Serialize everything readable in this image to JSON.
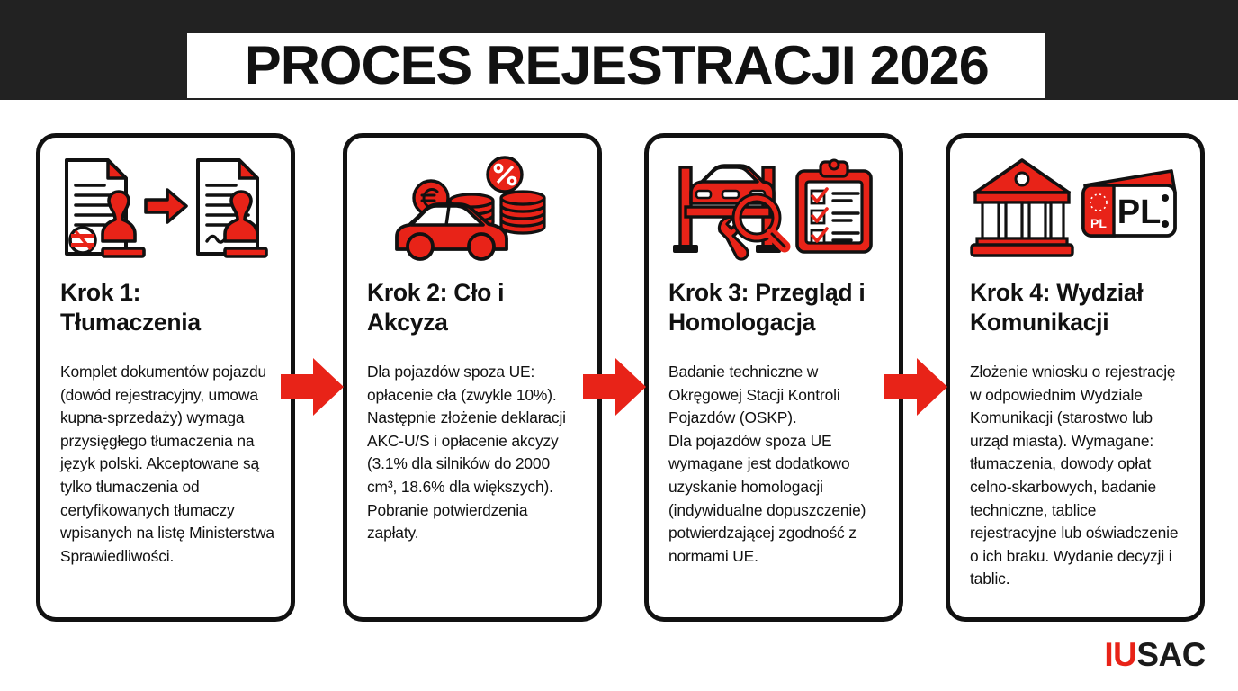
{
  "header": {
    "title": "PROCES REJESTRACJI 2026",
    "band_color": "#222222",
    "plate_color": "#ffffff"
  },
  "theme": {
    "accent_red": "#E82318",
    "ink": "#111111",
    "page_background": "#ffffff"
  },
  "steps": [
    {
      "heading": "Krok 1:\nTłumaczenia",
      "icon": "documents-translation-stamp-icon",
      "body": "Komplet dokumentów pojazdu (dowód rejestracyjny, umowa kupna-sprzedaży) wymaga przysięgłego tłumaczenia na język polski. Akceptowane są tylko tłumaczenia od certyfikowanych tłumaczy wpisanych na listę Ministerstwa Sprawiedliwości."
    },
    {
      "heading": "Krok 2:\nCło i Akcyza",
      "icon": "car-coins-customs-icon",
      "body": "Dla pojazdów spoza UE: opłacenie cła (zwykle 10%). Następnie złożenie deklaracji AKC-U/S i opłacenie akcyzy (3.1% dla silników do 2000 cm³, 18.6% dla większych). Pobranie potwierdzenia zapłaty."
    },
    {
      "heading": "Krok 3: Przegląd\ni Homologacja",
      "icon": "car-lift-inspection-checklist-icon",
      "body": "Badanie techniczne w Okręgowej Stacji Kontroli Pojazdów (OSKP).\nDla pojazdów spoza UE wymagane jest dodatkowo uzyskanie homologacji (indywidualne dopuszczenie) potwierdzającej zgodność z normami UE."
    },
    {
      "heading": "Krok 4: Wydział\nKomunikacji",
      "icon": "government-building-license-plate-icon",
      "body": "Złożenie wniosku o rejestrację w odpowiednim Wydziale Komunikacji (starostwo lub urząd miasta). Wymagane: tłumaczenia, dowody opłat celno-skarbowych, badanie techniczne, tablice rejestracyjne lub oświadczenie o ich braku. Wydanie decyzji i tablic."
    }
  ],
  "arrows": [
    {
      "name": "step-arrow-1-to-2",
      "glyph": "right-arrow-icon"
    },
    {
      "name": "step-arrow-2-to-3",
      "glyph": "right-arrow-icon"
    },
    {
      "name": "step-arrow-3-to-4",
      "glyph": "right-arrow-icon"
    }
  ],
  "logo": {
    "part_red": "IU",
    "part_black": "SAC"
  },
  "plate": {
    "eu_band_text": "PL",
    "plate_text": "PL"
  }
}
